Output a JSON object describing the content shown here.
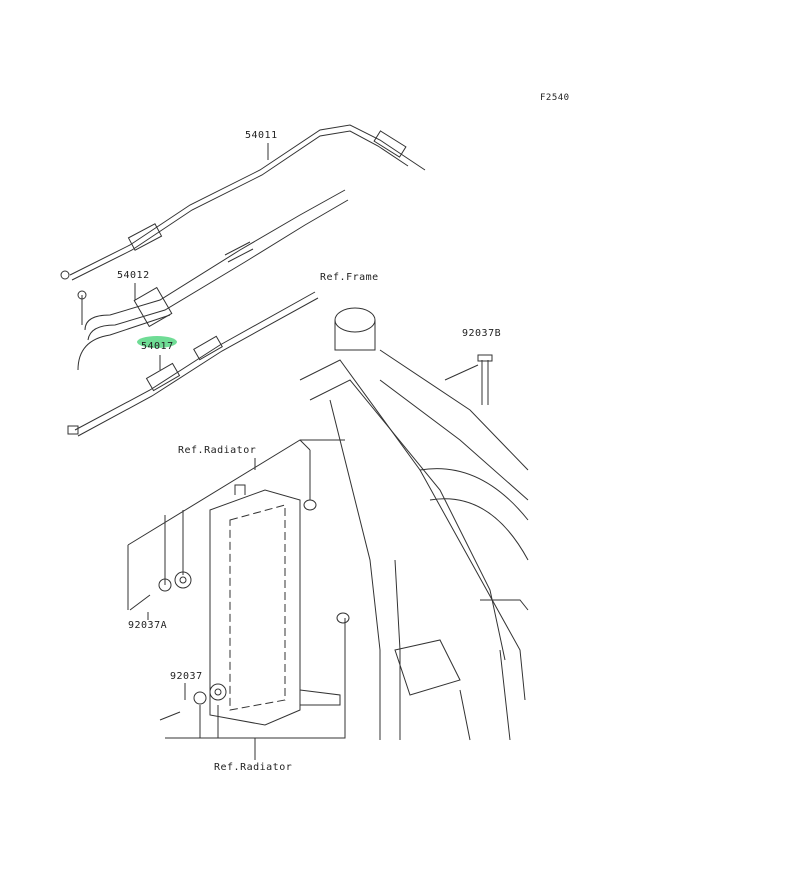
{
  "diagram_code": "F2540",
  "parts": [
    {
      "number": "54011"
    },
    {
      "number": "54012"
    },
    {
      "number": "54017",
      "highlighted": true
    },
    {
      "number": "92037B"
    },
    {
      "number": "92037A"
    },
    {
      "number": "92037"
    }
  ],
  "references": {
    "frame": "Ref.Frame",
    "radiator_top": "Ref.Radiator",
    "radiator_bottom": "Ref.Radiator"
  },
  "colors": {
    "highlight": "#5fd88a",
    "line": "#333333"
  }
}
